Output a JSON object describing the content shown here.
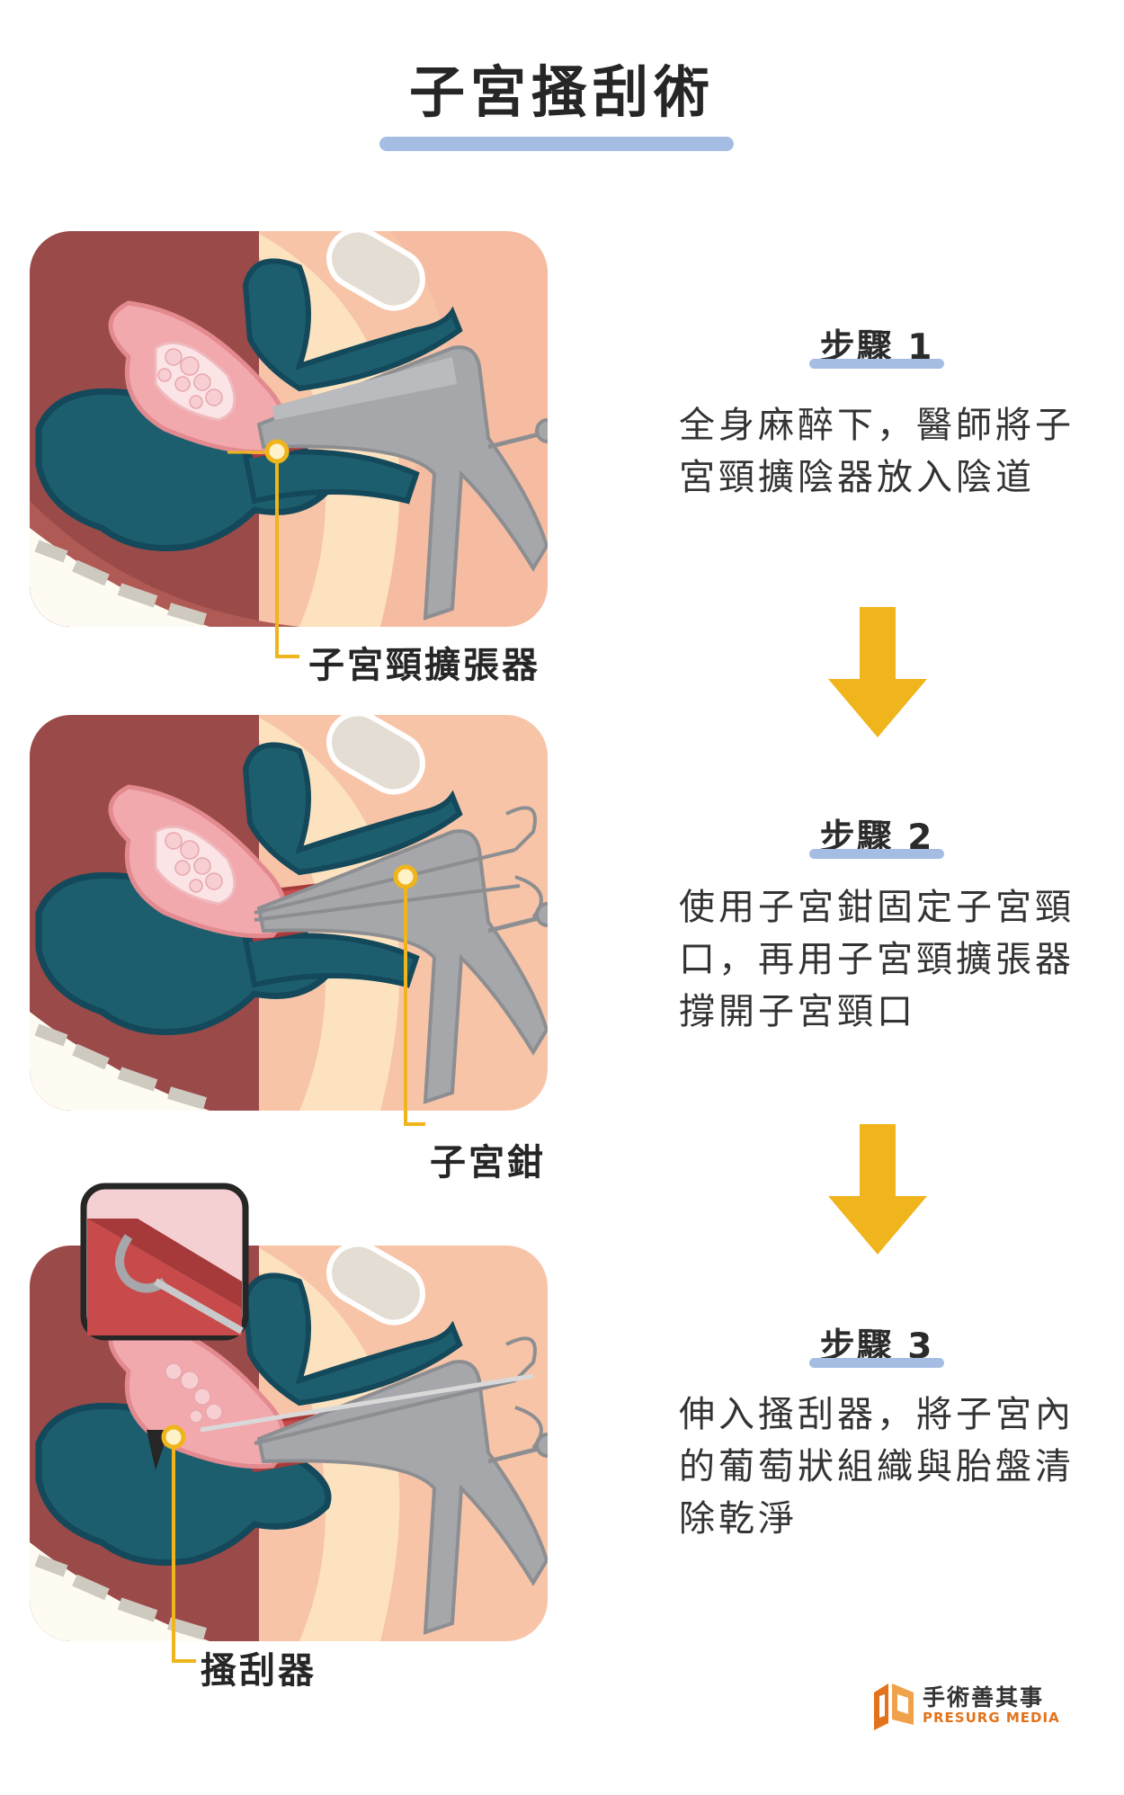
{
  "title": "子宮搔刮術",
  "callouts": {
    "dilator": "子宮頸擴張器",
    "tenaculum": "子宮鉗",
    "curette": "搔刮器"
  },
  "steps": [
    {
      "heading": "步驟 1",
      "text": "全身麻醉下，醫師將子\n宮頸擴陰器放入陰道"
    },
    {
      "heading": "步驟 2",
      "text": "使用子宮鉗固定子宮頸\n口，再用子宮頸擴張器\n撐開子宮頸口"
    },
    {
      "heading": "步驟 3",
      "text": "伸入搔刮器，將子宮內\n的葡萄狀組織與胎盤清\n除乾淨"
    }
  ],
  "logo": {
    "name_cn": "手術善其事",
    "name_en": "PRESURG MEDIA"
  },
  "colors": {
    "blue_accent": "#a6bde3",
    "arrow": "#f0b51c",
    "callout_line": "#f0b51c",
    "maroon": "#9a4a48",
    "teal": "#1d5e6e",
    "tissue_pink": "#f2a9ad",
    "instrument_gray": "#a5a7aa"
  }
}
